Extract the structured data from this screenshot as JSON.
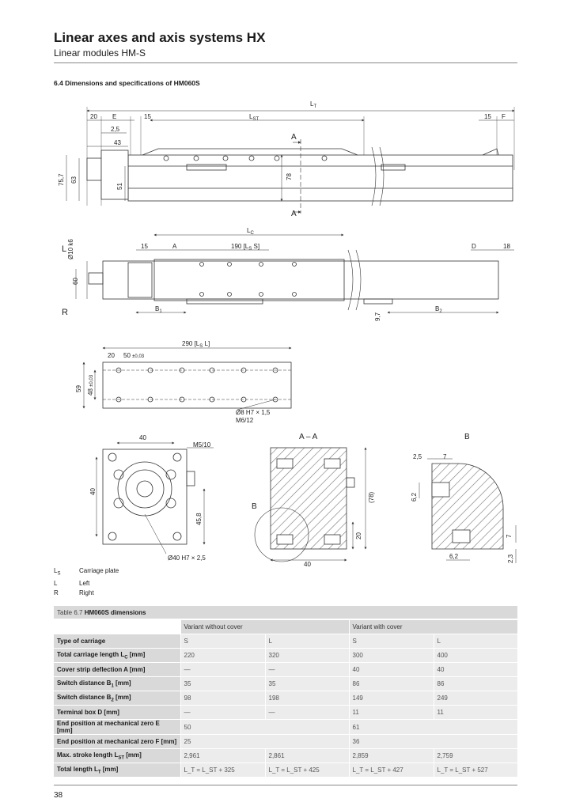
{
  "header": {
    "title": "Linear axes and axis systems HX",
    "subtitle": "Linear modules HM-S"
  },
  "section_title": "6.4 Dimensions and specifications of HM060S",
  "drawing": {
    "lt": "L",
    "lt_sub": "T",
    "lst": "L",
    "lst_sub": "ST",
    "lc": "L",
    "lc_sub": "C",
    "d20": "20",
    "dE": "E",
    "d15a": "15",
    "d2_5": "2,5",
    "d43": "43",
    "d75_7": "75,7",
    "d63": "63",
    "d51": "51",
    "d78": "78",
    "dA1": "A",
    "dA2": "A",
    "d15b": "15",
    "dF": "F",
    "side_L": "L",
    "side_R": "R",
    "d10k6": "Ø10 k6",
    "d60": "60",
    "d15c": "15",
    "dAc": "A",
    "d190": "190 [L",
    "d190_sub": "S",
    "d190_end": " S]",
    "dD": "D",
    "d18": "18",
    "dB1": "B",
    "dB1_sub": "1",
    "dB2": "B",
    "dB2_sub": "2",
    "d9_7": "9,7",
    "d290": "290 [L",
    "d290_sub": "S",
    "d290_end": " L]",
    "d20b": "20",
    "d50": "50",
    "d50_tol": "±0,03",
    "d59": "59",
    "d48": "48",
    "d48_tol": "±0,03",
    "d8h7": "Ø8 H7 × 1,5",
    "dm6": "M6/12",
    "d40a": "40",
    "dm5": "M5/10",
    "d40b": "40",
    "d45_8": "45,8",
    "d40h7": "Ø40 H7 × 2,5",
    "sec_AA": "A – A",
    "sec_B": "B",
    "det_B": "B",
    "d78p": "(78)",
    "d20c": "20",
    "d40c": "40",
    "d2_5b": "2,5",
    "d7a": "7",
    "d6_2a": "6,2",
    "d7b": "7",
    "d6_2b": "6,2",
    "d2_3": "2,3"
  },
  "legend": [
    {
      "key": "L",
      "key_sub": "S",
      "text": "Carriage plate"
    },
    {
      "key": "L",
      "key_sub": "",
      "text": "Left"
    },
    {
      "key": "R",
      "key_sub": "",
      "text": "Right"
    }
  ],
  "table": {
    "caption_num": "Table 6.7",
    "caption": "HM060S dimensions",
    "group1": "Variant without cover",
    "group2": "Variant with cover",
    "rows": [
      {
        "label": "Type of carriage",
        "c": [
          "S",
          "L",
          "S",
          "L"
        ]
      },
      {
        "label": "Total carriage length L",
        "sub": "C",
        "unit": " [mm]",
        "c": [
          "220",
          "320",
          "300",
          "400"
        ]
      },
      {
        "label": "Cover strip deflection A [mm]",
        "c": [
          "—",
          "—",
          "40",
          "40"
        ]
      },
      {
        "label": "Switch distance B",
        "sub": "1",
        "unit": " [mm]",
        "c": [
          "35",
          "35",
          "86",
          "86"
        ]
      },
      {
        "label": "Switch distance B",
        "sub": "2",
        "unit": " [mm]",
        "c": [
          "98",
          "198",
          "149",
          "249"
        ]
      },
      {
        "label": "Terminal box D [mm]",
        "c": [
          "—",
          "—",
          "11",
          "11"
        ]
      },
      {
        "label": "End position at mechanical zero E [mm]",
        "span": [
          "50",
          "61"
        ]
      },
      {
        "label": "End position at mechanical zero F [mm]",
        "span": [
          "25",
          "36"
        ]
      },
      {
        "label": "Max. stroke length L",
        "sub": "ST",
        "unit": " [mm]",
        "c": [
          "2,961",
          "2,861",
          "2,859",
          "2,759"
        ]
      },
      {
        "label": "Total length L",
        "sub": "T",
        "unit": " [mm]",
        "c": [
          "L_T = L_ST + 325",
          "L_T = L_ST + 425",
          "L_T = L_ST + 427",
          "L_T = L_ST + 527"
        ]
      }
    ]
  },
  "page_number": "38"
}
